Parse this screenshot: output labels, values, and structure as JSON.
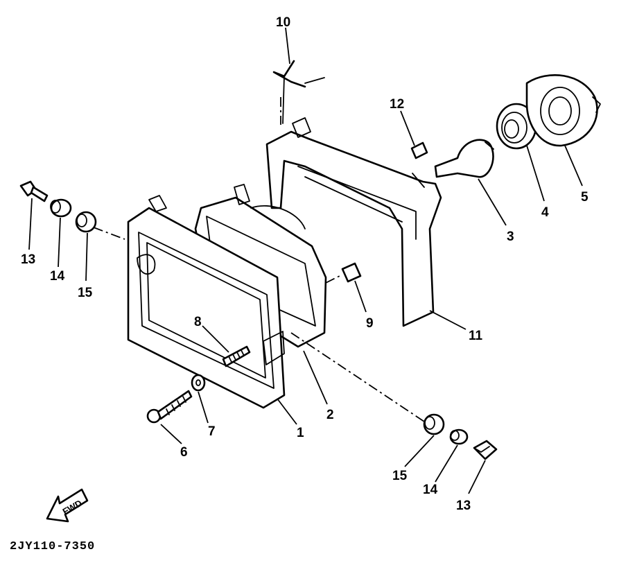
{
  "callouts": {
    "c1": "1",
    "c2": "2",
    "c3": "3",
    "c4": "4",
    "c5": "5",
    "c6": "6",
    "c7": "7",
    "c8": "8",
    "c9": "9",
    "c10": "10",
    "c11": "11",
    "c12": "12",
    "c13_left": "13",
    "c14_left": "14",
    "c15_left": "15",
    "c13_right": "13",
    "c14_right": "14",
    "c15_right": "15"
  },
  "fwd_arrow": {
    "label": "FWD"
  },
  "drawing_code": "2JY110-7350"
}
